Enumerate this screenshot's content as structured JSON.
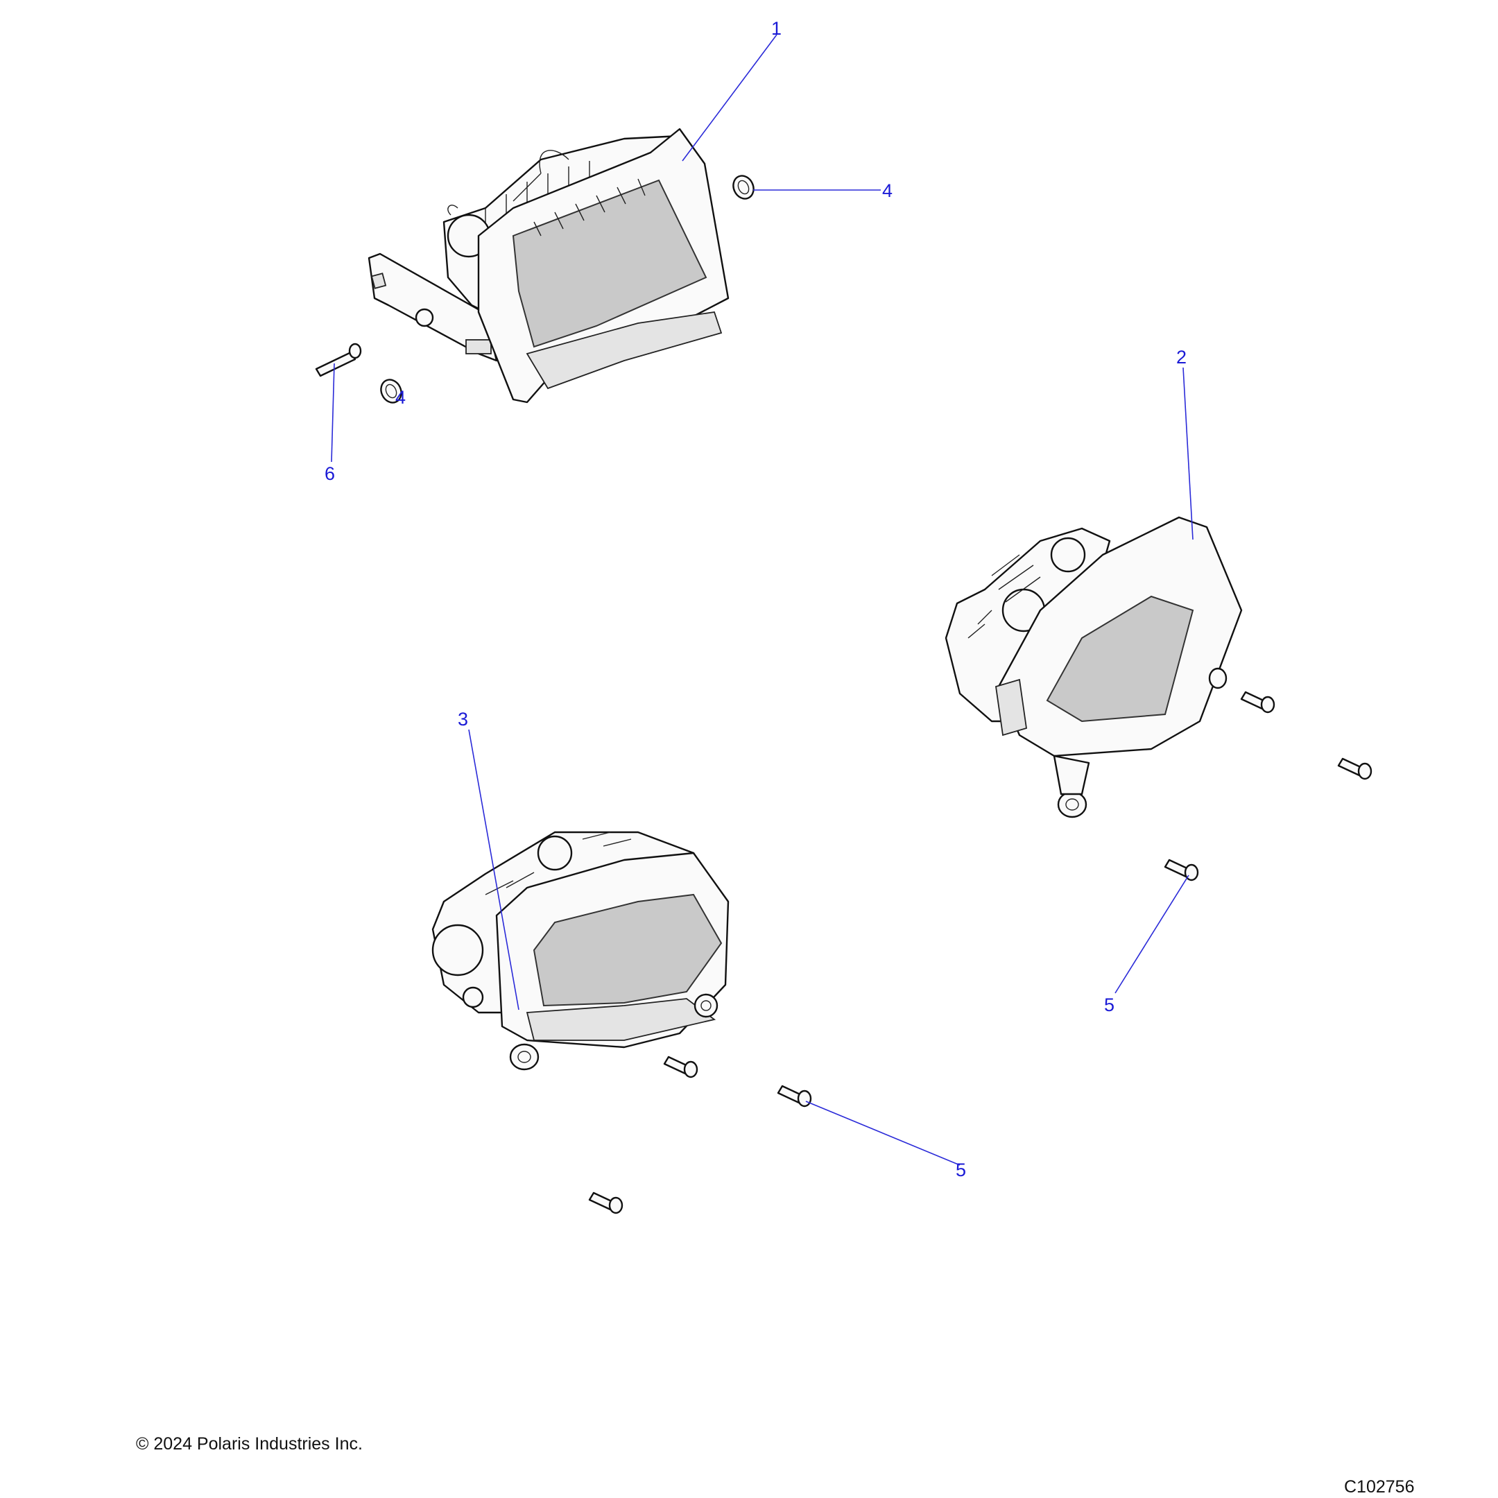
{
  "diagram": {
    "callouts": {
      "c1": "1",
      "c2": "2",
      "c3": "3",
      "c4a": "4",
      "c4b": "4",
      "c5a": "5",
      "c5b": "5",
      "c6": "6"
    },
    "leader_color": "#2a2ad8",
    "callout_color": "#1a1ad6"
  },
  "footer": {
    "copyright": "© 2024 Polaris Industries Inc.",
    "figure_id": "C102756"
  }
}
